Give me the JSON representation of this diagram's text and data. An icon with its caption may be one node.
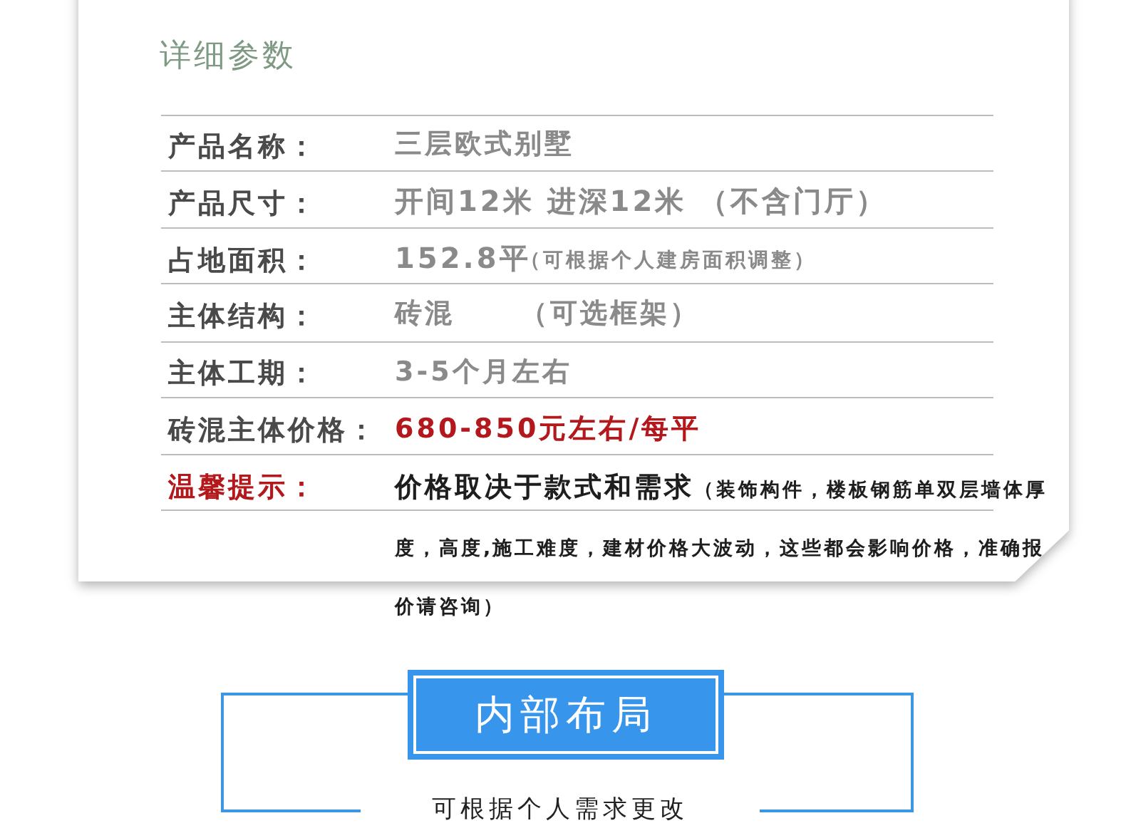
{
  "diagram": {
    "title": "详细参数",
    "nodes": [
      {
        "text": [
          "内部布局",
          "可根据个人需求更改"
        ]
      }
    ],
    "edges": [],
    "labels": [
      "产品名称：",
      "三层欧式别墅",
      "产品尺寸：",
      "开间12米 进深12米 （不含门厅）",
      "占地面积：",
      "152.8平",
      "（可根据个人建房面积调整）",
      "主体结构：",
      "砖混",
      "（可选框架）",
      "主体工期：",
      "3-5个月左右",
      "砖混主体价格：",
      "680-850元左右/每平",
      "温馨提示：",
      "价格取决于款式和需求",
      "（装饰构件，楼板钢筋单双层墙体厚度，高度,施工难度，建材价格大波动，这些都会影响价格，准确报价请咨询）"
    ]
  }
}
